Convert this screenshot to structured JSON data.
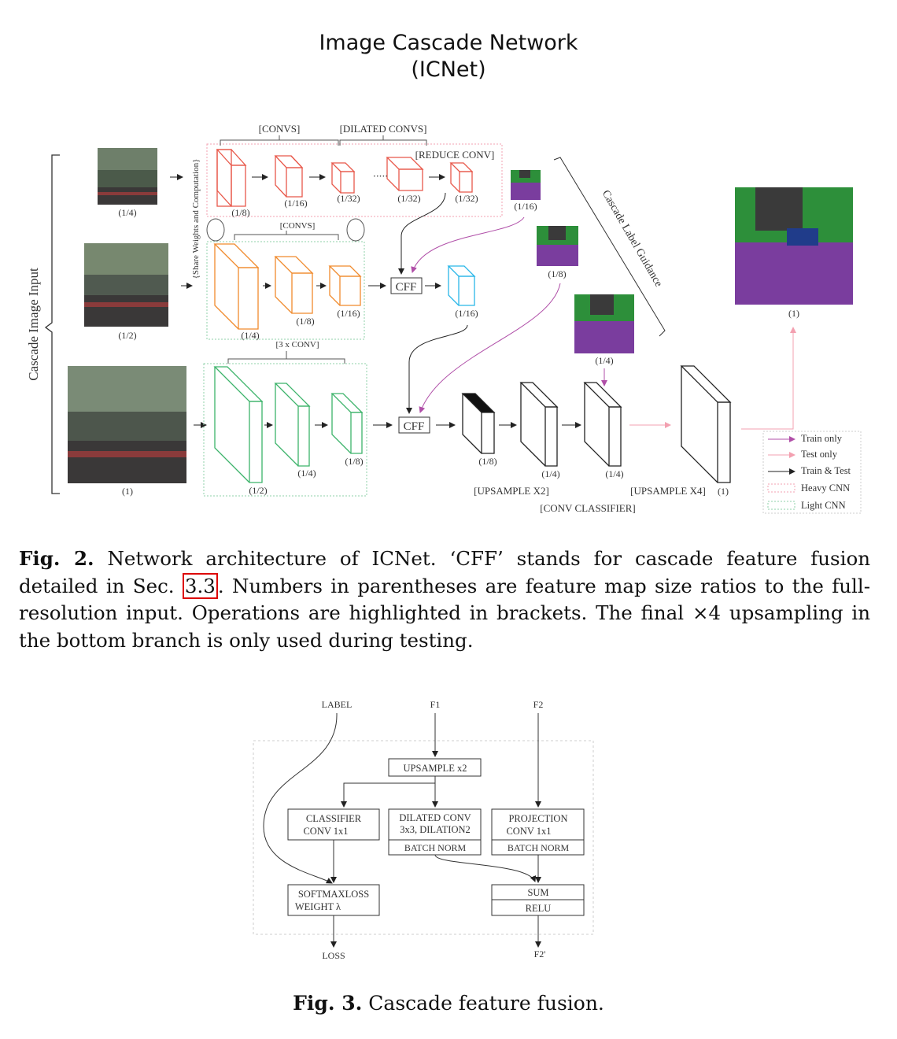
{
  "title": {
    "line1": "Image Cascade Network",
    "line2": "(ICNet)"
  },
  "fig2": {
    "input_label": "Cascade Image Input",
    "share_label": "{Share Weights and Computation}",
    "guidance_label": "Cascade Label Guidance",
    "ops": {
      "convs_top": "[CONVS]",
      "dilated_convs": "[DILATED CONVS]",
      "reduce_conv": "[REDUCE CONV]",
      "convs_mid": "[CONVS]",
      "three_conv": "[3 x CONV]",
      "upsample_x2": "[UPSAMPLE X2]",
      "upsample_x4": "[UPSAMPLE X4]",
      "conv_classifier": "[CONV CLASSIFIER]",
      "cff": "CFF"
    },
    "sizes": {
      "in_top": "(1/4)",
      "in_mid": "(1/2)",
      "in_bot": "(1)",
      "top_b1": "(1/8)",
      "top_b2": "(1/16)",
      "top_b3": "(1/32)",
      "top_b4": "(1/32)",
      "top_b5": "(1/32)",
      "top_out": "(1/16)",
      "mid_b1": "(1/4)",
      "mid_b2": "(1/8)",
      "mid_b3": "(1/16)",
      "mid_cff": "(1/16)",
      "mid_out": "(1/8)",
      "bot_b1": "(1/2)",
      "bot_b2": "(1/4)",
      "bot_b3": "(1/8)",
      "cls_b1": "(1/8)",
      "cls_b2": "(1/4)",
      "cls_b3": "(1/4)",
      "cls_b4": "(1)",
      "bot_out": "(1/4)",
      "final": "(1)"
    },
    "legend": [
      "Train only",
      "Test only",
      "Train & Test",
      "Heavy CNN",
      "Light CNN"
    ],
    "caption_label": "Fig. 2.",
    "caption_a": " Network architecture of ICNet. ‘CFF’ stands for cascade feature fusion detailed in Sec. ",
    "caption_ref": "3.3",
    "caption_b": ". Numbers in parentheses are feature map size ratios to the full-resolution input. Operations are highlighted in brackets. The final ×4 upsampling in the bottom branch is only used during testing.",
    "colors": {
      "heavy": "#e8584a",
      "mid": "#f08a2c",
      "light": "#3cb36a",
      "cyan": "#29b6e8",
      "purple": "#b04fa8",
      "pink": "#f3a0b0"
    }
  },
  "fig3": {
    "label": "LABEL",
    "f1": "F1",
    "f2": "F2",
    "upsample": "UPSAMPLE x2",
    "classifier_1": "CLASSIFIER",
    "classifier_2": "CONV 1x1",
    "dilated_1": "DILATED CONV",
    "dilated_2": "3x3, DILATION2",
    "batchnorm_1": "BATCH NORM",
    "projection_1": "PROJECTION",
    "projection_2": "CONV 1x1",
    "batchnorm_2": "BATCH NORM",
    "softmax_1": "SOFTMAXLOSS",
    "softmax_2": "WEIGHT λ",
    "sum": "SUM",
    "relu": "RELU",
    "loss": "LOSS",
    "f2out": "F2'",
    "caption_label": "Fig. 3.",
    "caption": " Cascade feature fusion."
  }
}
